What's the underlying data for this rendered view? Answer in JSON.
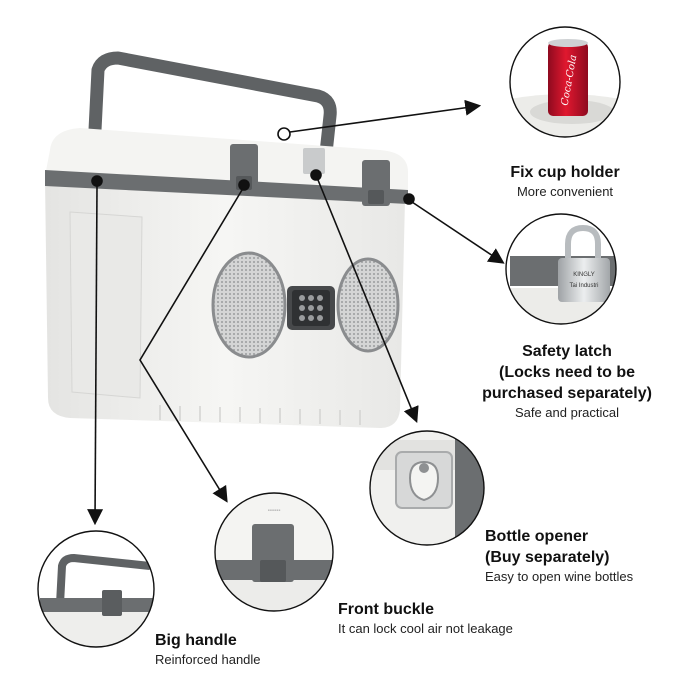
{
  "product": {
    "features": [
      {
        "id": "cup-holder",
        "title": "Fix cup holder",
        "subtitle": "More convenient"
      },
      {
        "id": "safety-latch",
        "title_lines": [
          "Safety latch",
          "(Locks need to be",
          "purchased separately)"
        ],
        "subtitle": "Safe and practical"
      },
      {
        "id": "bottle-opener",
        "title_lines": [
          "Bottle opener",
          "(Buy separately)"
        ],
        "subtitle": "Easy to open wine bottles"
      },
      {
        "id": "front-buckle",
        "title": "Front buckle",
        "subtitle": "It can lock cool air not leakage"
      },
      {
        "id": "big-handle",
        "title": "Big handle",
        "subtitle": "Reinforced handle"
      }
    ],
    "can_brand": "Coca-Cola",
    "lock_text": [
      "KINGLY",
      "Tai Industri"
    ],
    "colors": {
      "body": "#f1f1ef",
      "trim": "#6b6e70",
      "handle": "#5f6264",
      "can": "#c8102e",
      "text": "#111111"
    }
  }
}
